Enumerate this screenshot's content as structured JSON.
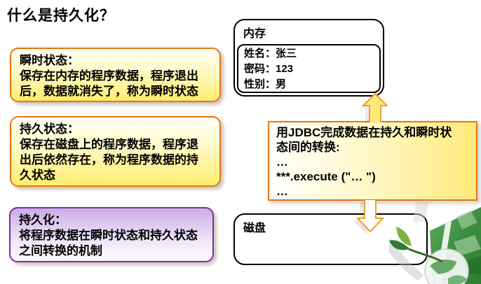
{
  "slide": {
    "title": "什么是持久化？"
  },
  "concept_boxes": [
    {
      "id": "transient-state",
      "lines": [
        "瞬时状态：",
        "保存在内存的程序数据，程序退出",
        "后，数据就消失了，称为瞬时状态"
      ]
    },
    {
      "id": "persistent-state",
      "lines": [
        "持久状态：",
        "保存在磁盘上的程序数据，程序退",
        "出后依然存在，称为程序数据的持",
        "久状态"
      ]
    },
    {
      "id": "persistence",
      "lines": [
        "持久化：",
        "将程序数据在瞬时状态和持久状态",
        "之间转换的机制"
      ]
    }
  ],
  "memory_box": {
    "label": "内存",
    "record_lines": [
      "姓名：张三",
      "密码：123",
      "性别：男"
    ]
  },
  "jdbc_note": {
    "lines": [
      "用JDBC完成数据在持久和瞬时状",
      "态间的转换:",
      "…",
      "***.execute (\"… \")",
      "…"
    ]
  },
  "disk_box": {
    "label": "磁盘"
  },
  "icons": {
    "up_arrow": "arrow-up-filled-yellow",
    "down_arrow": "arrow-down-outline",
    "corner_decoration": "green-plant-globe"
  },
  "colors": {
    "accent_orange": "#E9750E",
    "accent_purple": "#7B2FA3",
    "yellow_gradient_bottom": "#FFEE6E",
    "purple_gradient_top": "#C9ADE6",
    "arrow_fill_yellow": "#FFE87A",
    "arrow_outline_orange": "#EDA02A",
    "frame_border": "#000000",
    "decoration_green": "#3E8E41"
  }
}
